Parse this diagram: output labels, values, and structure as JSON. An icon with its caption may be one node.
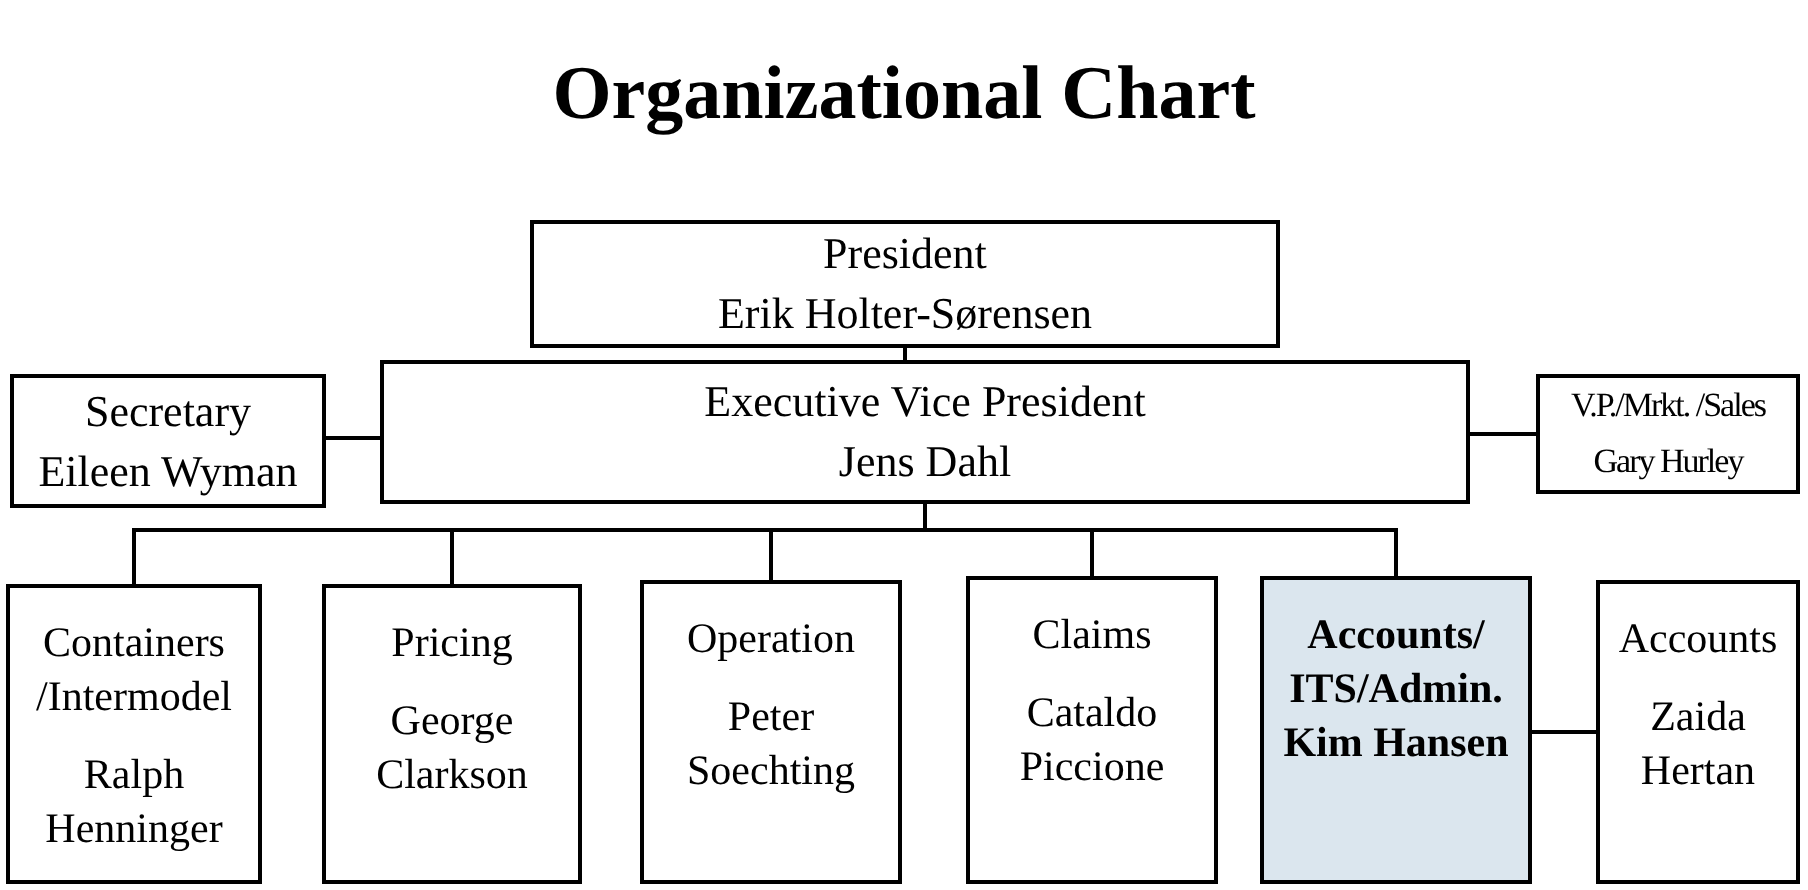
{
  "diagram": {
    "title": "Organizational Chart",
    "nodes": [
      {
        "text": [
          "President",
          "Erik Holter-Sørensen"
        ]
      },
      {
        "text": [
          "Secretary",
          "Eileen Wyman"
        ]
      },
      {
        "text": [
          "Executive Vice President",
          "Jens Dahl"
        ]
      },
      {
        "text": [
          "V.P./Mrkt. /Sales",
          "Gary Hurley"
        ]
      },
      {
        "text": [
          "Containers /Intermodel",
          "Ralph Henninger"
        ]
      },
      {
        "text": [
          "Pricing",
          "George Clarkson"
        ]
      },
      {
        "text": [
          "Operation",
          "Peter Soechting"
        ]
      },
      {
        "text": [
          "Claims",
          "Cataldo Piccione"
        ]
      },
      {
        "text": [
          "Accounts/ ITS/Admin.",
          "Kim Hansen"
        ]
      },
      {
        "text": [
          "Accounts",
          "Zaida Hertan"
        ]
      }
    ],
    "edges": [
      {
        "from": 0,
        "to": 2,
        "arrow": "none"
      },
      {
        "from": 1,
        "to": 2,
        "arrow": "none"
      },
      {
        "from": 2,
        "to": 3,
        "arrow": "none"
      },
      {
        "from": 2,
        "to": 4,
        "arrow": "none"
      },
      {
        "from": 2,
        "to": 5,
        "arrow": "none"
      },
      {
        "from": 2,
        "to": 6,
        "arrow": "none"
      },
      {
        "from": 2,
        "to": 7,
        "arrow": "none"
      },
      {
        "from": 2,
        "to": 8,
        "arrow": "none"
      },
      {
        "from": 8,
        "to": 9,
        "arrow": "none"
      }
    ]
  }
}
